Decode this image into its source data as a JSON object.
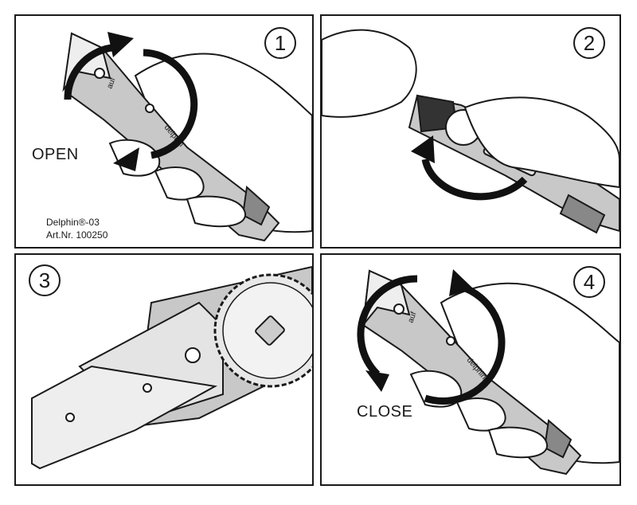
{
  "panels": [
    {
      "step": "1",
      "action_label": "OPEN",
      "product_name": "Delphin®-03",
      "article_number": "Art.Nr. 100250"
    },
    {
      "step": "2"
    },
    {
      "step": "3"
    },
    {
      "step": "4",
      "action_label": "CLOSE"
    }
  ],
  "knife": {
    "brand_text": "delphin",
    "handle_text": "auf"
  },
  "colors": {
    "outline": "#1a1a1a",
    "metal": "#c8c8c8",
    "metal_light": "#e4e4e4",
    "blade": "#eeeeee",
    "skin": "#ffffff",
    "dark": "#555555"
  },
  "icons": [
    "rotate-arrow-icon"
  ]
}
